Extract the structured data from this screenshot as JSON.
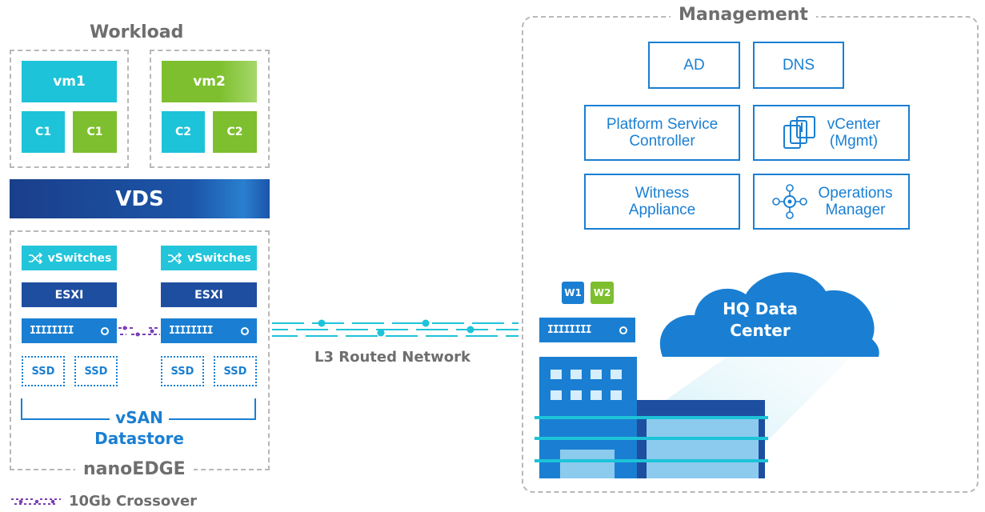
{
  "workload": {
    "title": "Workload",
    "vm1": "vm1",
    "vm2": "vm2",
    "c1": "C1",
    "c2": "C2"
  },
  "vds": "VDS",
  "nanoedge": {
    "title": "nanoEDGE",
    "vswitches": "vSwitches",
    "esxi": "ESXI",
    "ssd": "SSD",
    "vsan_line1": "vSAN",
    "vsan_line2": "Datastore"
  },
  "network": {
    "label": "L3 Routed Network"
  },
  "legend": {
    "crossover": "10Gb Crossover"
  },
  "management": {
    "title": "Management",
    "ad": "AD",
    "dns": "DNS",
    "psc_line1": "Platform Service",
    "psc_line2": "Controller",
    "vcenter_line1": "vCenter",
    "vcenter_line2": "(Mgmt)",
    "witness_line1": "Witness",
    "witness_line2": "Appliance",
    "ops_line1": "Operations",
    "ops_line2": "Manager"
  },
  "hq": {
    "w1": "W1",
    "w2": "W2",
    "cloud_line1": "HQ Data",
    "cloud_line2": "Center"
  },
  "colors": {
    "cyan": "#1dc3d8",
    "green": "#7dbf2e",
    "blue": "#1a7fd2",
    "navy": "#1e4ea0",
    "purple": "#7a3fb5",
    "gray": "#6e6e6e"
  }
}
